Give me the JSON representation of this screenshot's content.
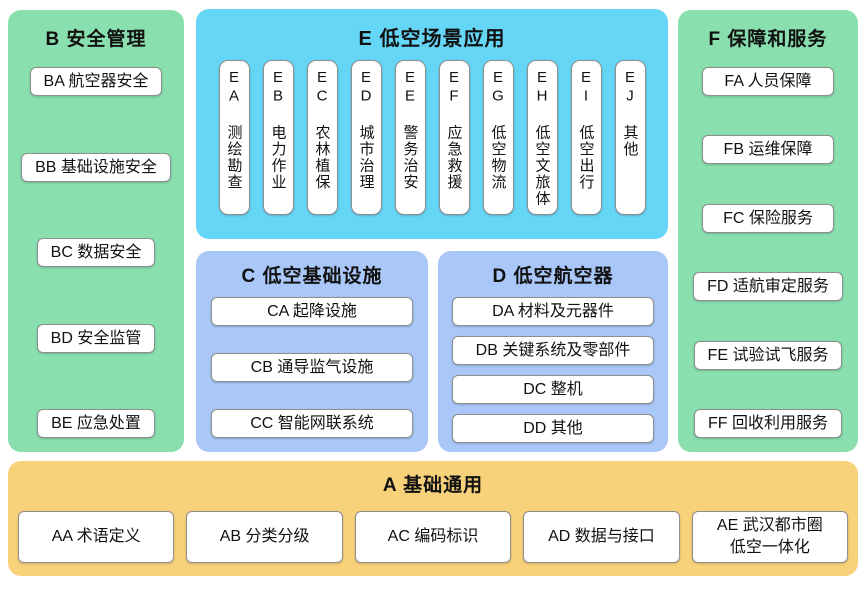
{
  "colors": {
    "green": "#89dfae",
    "cyan": "#66d6f7",
    "blue": "#a9c7f8",
    "yellow": "#f8d27a",
    "box_border": "#8e8e8e"
  },
  "panels": {
    "b": {
      "title": "B 安全管理",
      "items": [
        "BA 航空器安全",
        "BB 基础设施安全",
        "BC 数据安全",
        "BD 安全监管",
        "BE 应急处置"
      ]
    },
    "e": {
      "title": "E 低空场景应用",
      "items": [
        "EA 测绘勘查",
        "EB 电力作业",
        "EC 农林植保",
        "ED 城市治理",
        "EE 警务治安",
        "EF 应急救援",
        "EG 低空物流",
        "EH 低空文旅体",
        "EI 低空出行",
        "EJ 其他"
      ]
    },
    "c": {
      "title": "C 低空基础设施",
      "items": [
        "CA 起降设施",
        "CB 通导监气设施",
        "CC 智能网联系统"
      ]
    },
    "d": {
      "title": "D 低空航空器",
      "items": [
        "DA 材料及元器件",
        "DB 关键系统及零部件",
        "DC 整机",
        "DD 其他"
      ]
    },
    "f": {
      "title": "F 保障和服务",
      "items": [
        "FA 人员保障",
        "FB 运维保障",
        "FC 保险服务",
        "FD 适航审定服务",
        "FE 试验试飞服务",
        "FF 回收利用服务"
      ]
    },
    "a": {
      "title": "A 基础通用",
      "items": [
        "AA 术语定义",
        "AB 分类分级",
        "AC 编码标识",
        "AD 数据与接口",
        "AE 武汉都市圈\n低空一体化"
      ]
    }
  }
}
